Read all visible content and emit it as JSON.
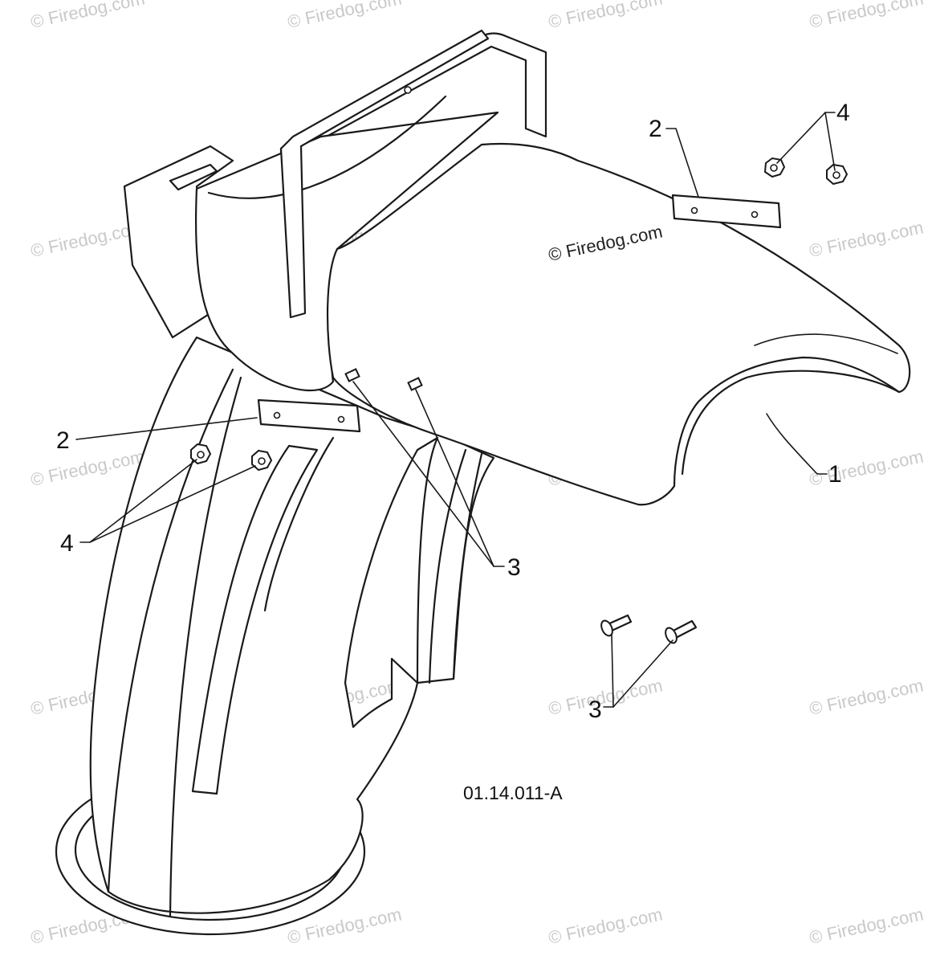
{
  "diagram": {
    "drawing_number": "01.14.011-A",
    "callouts": [
      {
        "id": "callout-1",
        "label": "1"
      },
      {
        "id": "callout-2-top",
        "label": "2"
      },
      {
        "id": "callout-2-left",
        "label": "2"
      },
      {
        "id": "callout-3-mid",
        "label": "3"
      },
      {
        "id": "callout-3-bottom",
        "label": "3"
      },
      {
        "id": "callout-4-top",
        "label": "4"
      },
      {
        "id": "callout-4-left",
        "label": "4"
      }
    ],
    "watermark": "© Firedog.com",
    "colors": {
      "line": "#1a1a1a",
      "watermark": "#c9c9c9",
      "background": "#ffffff"
    }
  }
}
